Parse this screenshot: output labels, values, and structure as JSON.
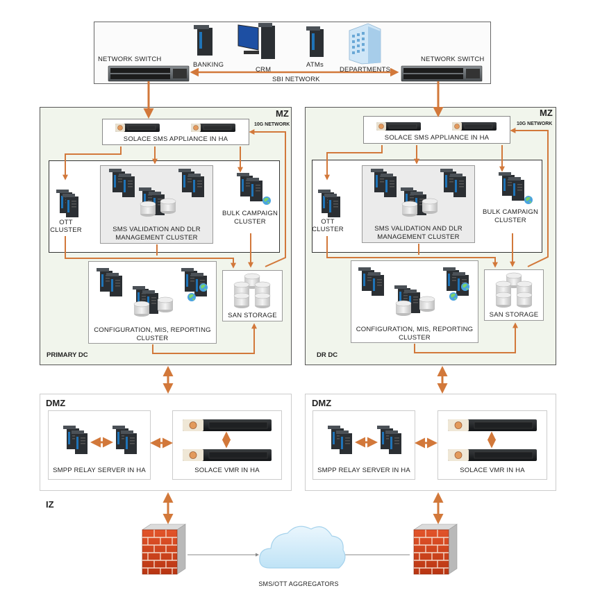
{
  "top": {
    "network_switch_left": "NETWORK SWITCH",
    "network_switch_right": "NETWORK SWITCH",
    "banking": "BANKING",
    "crm": "CRM",
    "atms": "ATMs",
    "departments": "DEPARTMENTS",
    "sbi_network": "SBI NETWORK"
  },
  "primary": {
    "mz": "MZ",
    "network_10g": "10G NETWORK",
    "appliance": "SOLACE SMS APPLIANCE IN HA",
    "ott_line1": "OTT",
    "ott_line2": "CLUSTER",
    "sms_line1": "SMS VALIDATION AND DLR",
    "sms_line2": "MANAGEMENT CLUSTER",
    "bulk_line1": "BULK CAMPAIGN",
    "bulk_line2": "CLUSTER",
    "config_line1": "CONFIGURATION, MIS, REPORTING",
    "config_line2": "CLUSTER",
    "san": "SAN STORAGE",
    "dc_name": "PRIMARY DC"
  },
  "dr": {
    "mz": "MZ",
    "network_10g": "10G NETWORK",
    "appliance": "SOLACE SMS APPLIANCE IN HA",
    "ott_line1": "OTT",
    "ott_line2": "CLUSTER",
    "sms_line1": "SMS VALIDATION AND DLR",
    "sms_line2": "MANAGEMENT CLUSTER",
    "bulk_line1": "BULK CAMPAIGN",
    "bulk_line2": "CLUSTER",
    "config_line1": "CONFIGURATION, MIS, REPORTING",
    "config_line2": "CLUSTER",
    "san": "SAN STORAGE",
    "dc_name": "DR DC"
  },
  "dmz_left": {
    "title": "DMZ",
    "smpp": "SMPP RELAY SERVER IN HA",
    "vmr": "SOLACE  VMR  IN HA"
  },
  "dmz_right": {
    "title": "DMZ",
    "smpp": "SMPP RELAY SERVER IN HA",
    "vmr": "SOLACE  VMR  IN HA"
  },
  "iz": {
    "title": "IZ"
  },
  "aggregators": "SMS/OTT AGGREGATORS",
  "colors": {
    "arrow": "#d2783a",
    "dc_bg": "#f1f5ec",
    "border": "#555555",
    "server": "#2b2f33"
  }
}
